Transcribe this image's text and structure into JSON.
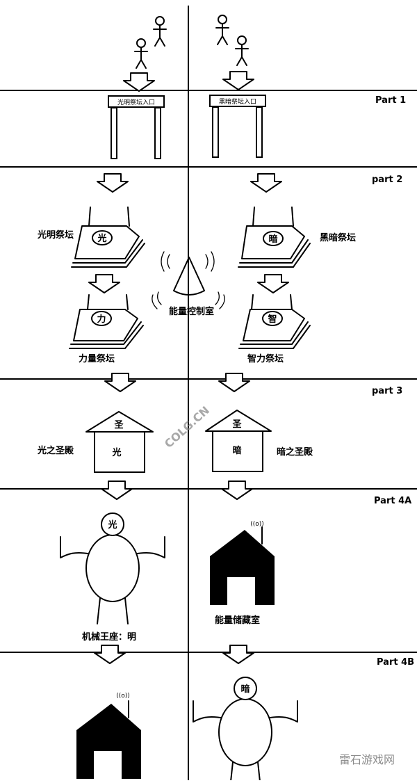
{
  "parts": {
    "p1": "Part 1",
    "p2": "part 2",
    "p3": "part 3",
    "p4a": "Part 4A",
    "p4b": "Part 4B"
  },
  "gates": {
    "light": "光明祭坛入口",
    "dark": "黑暗祭坛入口"
  },
  "altars": {
    "light_label": "光明祭坛",
    "light_glyph": "光",
    "dark_label": "黑暗祭坛",
    "dark_glyph": "暗",
    "power_label": "力量祭坛",
    "power_glyph": "力",
    "wisdom_label": "智力祭坛",
    "wisdom_glyph": "智"
  },
  "control_room": "能量控制室",
  "temples": {
    "roof_glyph": "圣",
    "light_glyph": "光",
    "light_label": "光之圣殿",
    "dark_glyph": "暗",
    "dark_label": "暗之圣殿"
  },
  "part4a": {
    "robot_head": "光",
    "robot_label": "机械王座：明",
    "storage_label": "能量储藏室",
    "signal": "((o))"
  },
  "part4b": {
    "signal": "((o))",
    "robot_head": "暗"
  },
  "watermarks": {
    "logo": "COLG.CN",
    "site": "雷石游戏网"
  }
}
